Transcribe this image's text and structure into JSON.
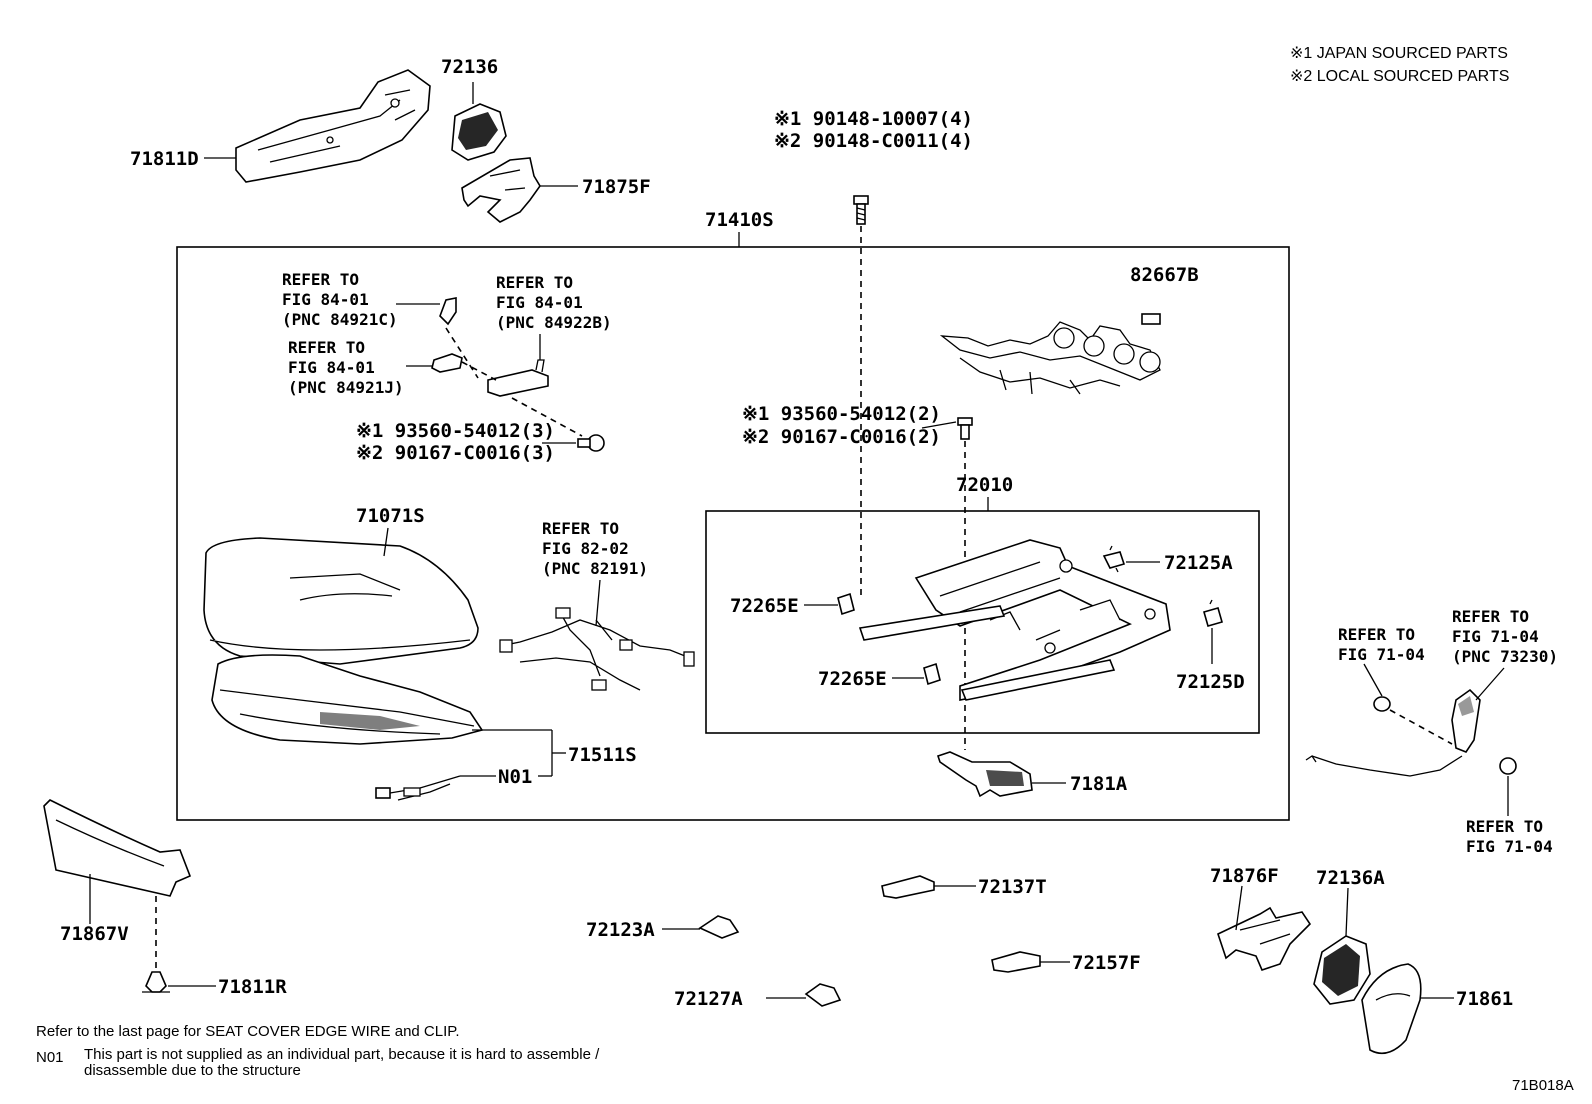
{
  "legend": {
    "line1": "※1 JAPAN SOURCED PARTS",
    "line2": "※2 LOCAL SOURCED PARTS"
  },
  "parts": {
    "p71811D": "71811D",
    "p72136": "72136",
    "p71875F": "71875F",
    "p71410S": "71410S",
    "p82667B": "82667B",
    "p71071S": "71071S",
    "p72010": "72010",
    "p72125A": "72125A",
    "p72265E_a": "72265E",
    "p72265E_b": "72265E",
    "p72125D": "72125D",
    "p71511S": "71511S",
    "pN01": "N01",
    "p7181A": "7181A",
    "p71867V": "71867V",
    "p71811R": "71811R",
    "p72137T": "72137T",
    "p72123A": "72123A",
    "p72157F": "72157F",
    "p72127A": "72127A",
    "p71876F": "71876F",
    "p72136A": "72136A",
    "p71861": "71861"
  },
  "bolts": {
    "top1": "※1 90148-10007(4)",
    "top2": "※2 90148-C0011(4)",
    "left1": "※1 93560-54012(3)",
    "left2": "※2 90167-C0016(3)",
    "mid1": "※1 93560-54012(2)",
    "mid2": "※2 90167-C0016(2)"
  },
  "refs": {
    "r1": [
      "REFER TO",
      "FIG 84-01",
      "(PNC 84921C)"
    ],
    "r2": [
      "REFER TO",
      "FIG 84-01",
      "(PNC 84922B)"
    ],
    "r3": [
      "REFER TO",
      "FIG 84-01",
      "(PNC 84921J)"
    ],
    "r4": [
      "REFER TO",
      "FIG 82-02",
      "(PNC 82191)"
    ],
    "r5": [
      "REFER TO",
      "FIG 71-04"
    ],
    "r6": [
      "REFER TO",
      "FIG 71-04",
      "(PNC 73230)"
    ],
    "r7": [
      "REFER TO",
      "FIG 71-04"
    ]
  },
  "footer": {
    "note1": "Refer to the last page for SEAT COVER EDGE WIRE and CLIP.",
    "n01_label": "N01",
    "n01_line1": "This part is not supplied as an individual part, because it is hard to assemble /",
    "n01_line2": "disassemble due to the structure",
    "figure_id": "71B018A"
  }
}
